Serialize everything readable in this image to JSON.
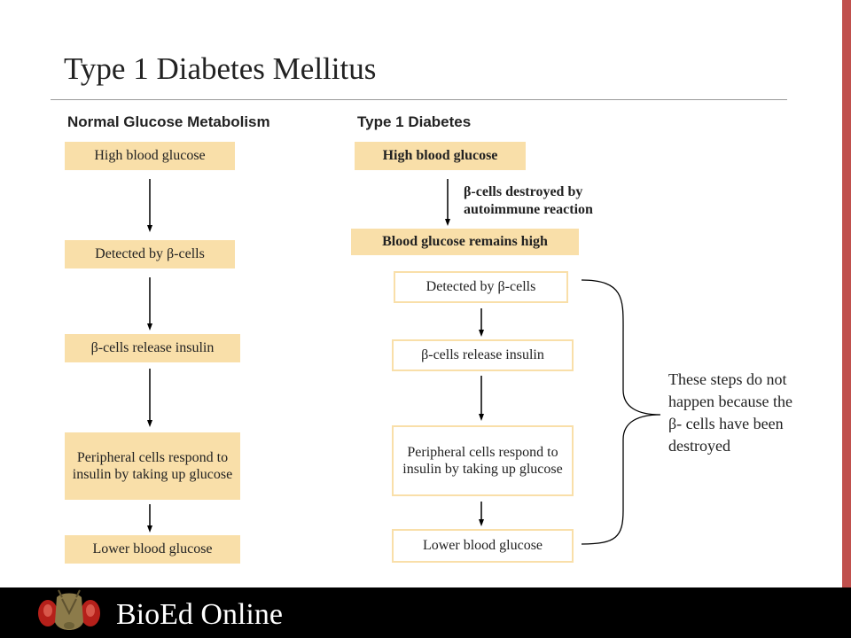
{
  "title": "Type 1 Diabetes Mellitus",
  "left": {
    "heading": "Normal Glucose Metabolism",
    "steps": [
      "High blood glucose",
      "Detected by β-cells",
      "β-cells release insulin",
      "Peripheral cells respond to insulin by taking up glucose",
      "Lower blood glucose"
    ]
  },
  "right": {
    "heading": "Type 1 Diabetes",
    "steps": [
      "High blood glucose",
      "Blood glucose remains high",
      "Detected by β-cells",
      "β-cells release insulin",
      "Peripheral cells respond to insulin by taking up glucose",
      "Lower blood glucose"
    ],
    "arrow_note": "β-cells destroyed by autoimmune reaction"
  },
  "side_note": "These steps do not happen because the β- cells have been destroyed",
  "footer": {
    "brand": "BioEd Online",
    "logo_icon": "fruit-fly-icon"
  },
  "colors": {
    "box_fill": "#f9dfa9",
    "accent_bar": "#c0504d",
    "footer_bg": "#000000"
  }
}
